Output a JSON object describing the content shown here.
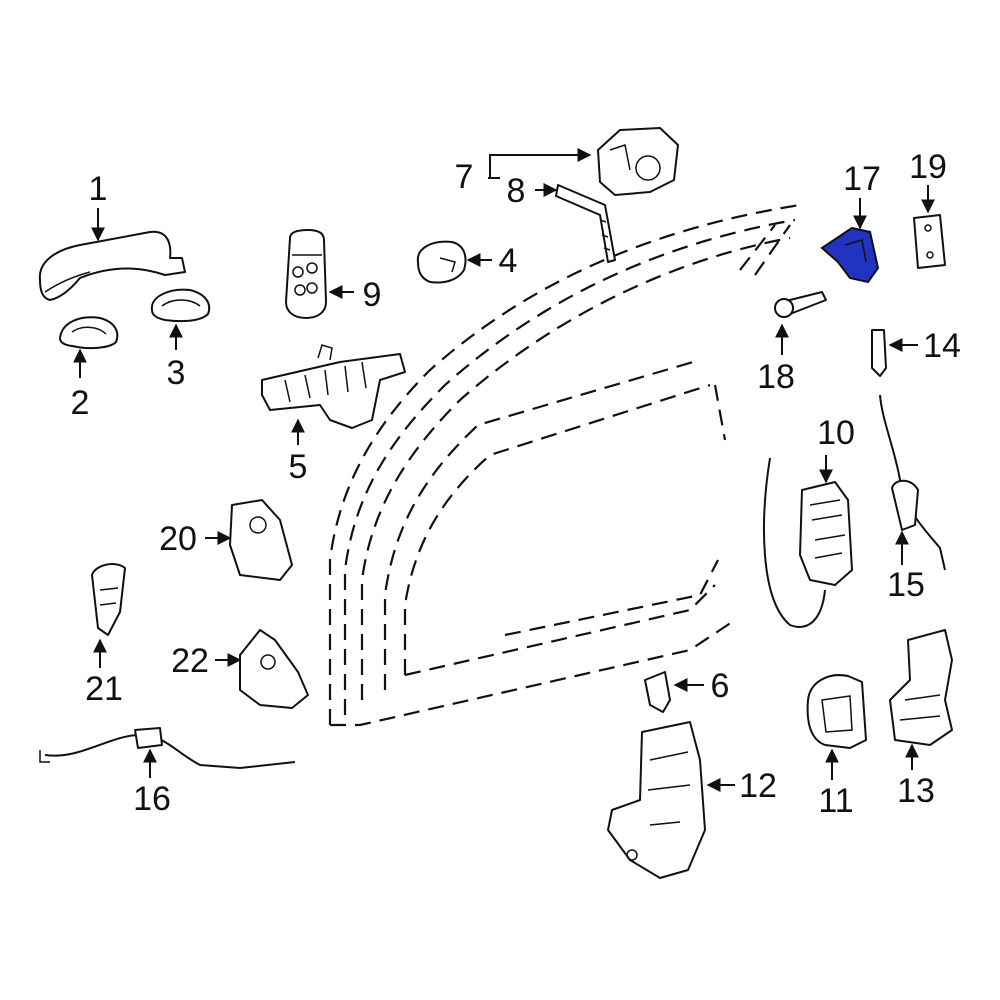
{
  "diagram": {
    "highlight_color": "#2233c2",
    "callouts": {
      "c1": "1",
      "c2": "2",
      "c3": "3",
      "c4": "4",
      "c5": "5",
      "c6": "6",
      "c7": "7",
      "c8": "8",
      "c9": "9",
      "c10": "10",
      "c11": "11",
      "c12": "12",
      "c13": "13",
      "c14": "14",
      "c15": "15",
      "c16": "16",
      "c17": "17",
      "c18": "18",
      "c19": "19",
      "c20": "20",
      "c21": "21",
      "c22": "22"
    },
    "highlighted_part": "17"
  }
}
